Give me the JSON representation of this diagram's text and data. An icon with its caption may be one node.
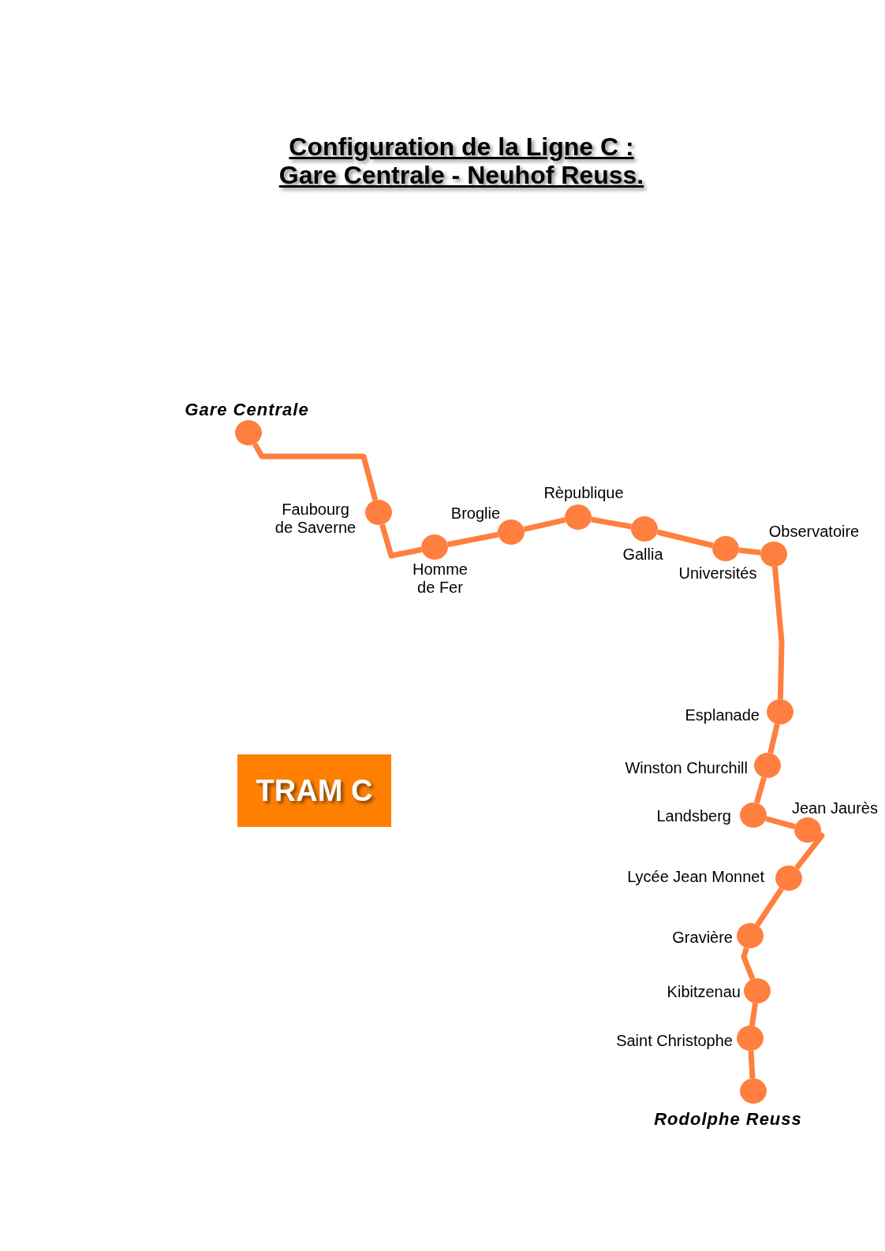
{
  "diagram": {
    "title": "Configuration de la Ligne C : Gare Centrale - Neuhof Reuss.",
    "nodes": [
      {
        "text": [],
        "shape": "circle",
        "beside": [
          "Gare Centrale"
        ]
      },
      {
        "text": [],
        "shape": "circle",
        "beside": [
          "Faubourg de Saverne"
        ]
      },
      {
        "text": [],
        "shape": "circle",
        "beside": [
          "Homme de Fer"
        ]
      },
      {
        "text": [],
        "shape": "circle",
        "beside": [
          "Broglie"
        ]
      },
      {
        "text": [],
        "shape": "circle",
        "beside": [
          "Rèpublique"
        ]
      },
      {
        "text": [],
        "shape": "circle",
        "beside": [
          "Gallia"
        ]
      },
      {
        "text": [],
        "shape": "circle",
        "beside": [
          "Universités"
        ]
      },
      {
        "text": [],
        "shape": "circle",
        "beside": [
          "Observatoire"
        ]
      },
      {
        "text": [],
        "shape": "circle",
        "beside": [
          "Esplanade"
        ]
      },
      {
        "text": [],
        "shape": "circle",
        "beside": [
          "Winston Churchill"
        ]
      },
      {
        "text": [],
        "shape": "circle",
        "beside": [
          "Landsberg"
        ]
      },
      {
        "text": [],
        "shape": "circle",
        "beside": [
          "Jean Jaurès"
        ]
      },
      {
        "text": [],
        "shape": "circle",
        "beside": [
          "Lycée Jean Monnet"
        ]
      },
      {
        "text": [],
        "shape": "circle",
        "beside": [
          "Gravière"
        ]
      },
      {
        "text": [],
        "shape": "circle",
        "beside": [
          "Kibitzenau"
        ]
      },
      {
        "text": [],
        "shape": "circle",
        "beside": [
          "Saint Christophe"
        ]
      },
      {
        "text": [],
        "shape": "circle",
        "beside": [
          "Rodolphe Reuss"
        ]
      },
      {
        "text": [
          "TRAM C"
        ]
      }
    ],
    "edges": [
      {
        "from": 0,
        "to": 1,
        "arrow": "none"
      },
      {
        "from": 1,
        "to": 2,
        "arrow": "none"
      },
      {
        "from": 2,
        "to": 3,
        "arrow": "none"
      },
      {
        "from": 3,
        "to": 4,
        "arrow": "none"
      },
      {
        "from": 4,
        "to": 5,
        "arrow": "none"
      },
      {
        "from": 5,
        "to": 6,
        "arrow": "none"
      },
      {
        "from": 6,
        "to": 7,
        "arrow": "none"
      },
      {
        "from": 7,
        "to": 8,
        "arrow": "none"
      },
      {
        "from": 8,
        "to": 9,
        "arrow": "none"
      },
      {
        "from": 9,
        "to": 10,
        "arrow": "none"
      },
      {
        "from": 10,
        "to": 11,
        "arrow": "none"
      },
      {
        "from": 11,
        "to": 12,
        "arrow": "none"
      },
      {
        "from": 12,
        "to": 13,
        "arrow": "none"
      },
      {
        "from": 13,
        "to": 14,
        "arrow": "none"
      },
      {
        "from": 14,
        "to": 15,
        "arrow": "none"
      },
      {
        "from": 15,
        "to": 16,
        "arrow": "none"
      }
    ]
  }
}
